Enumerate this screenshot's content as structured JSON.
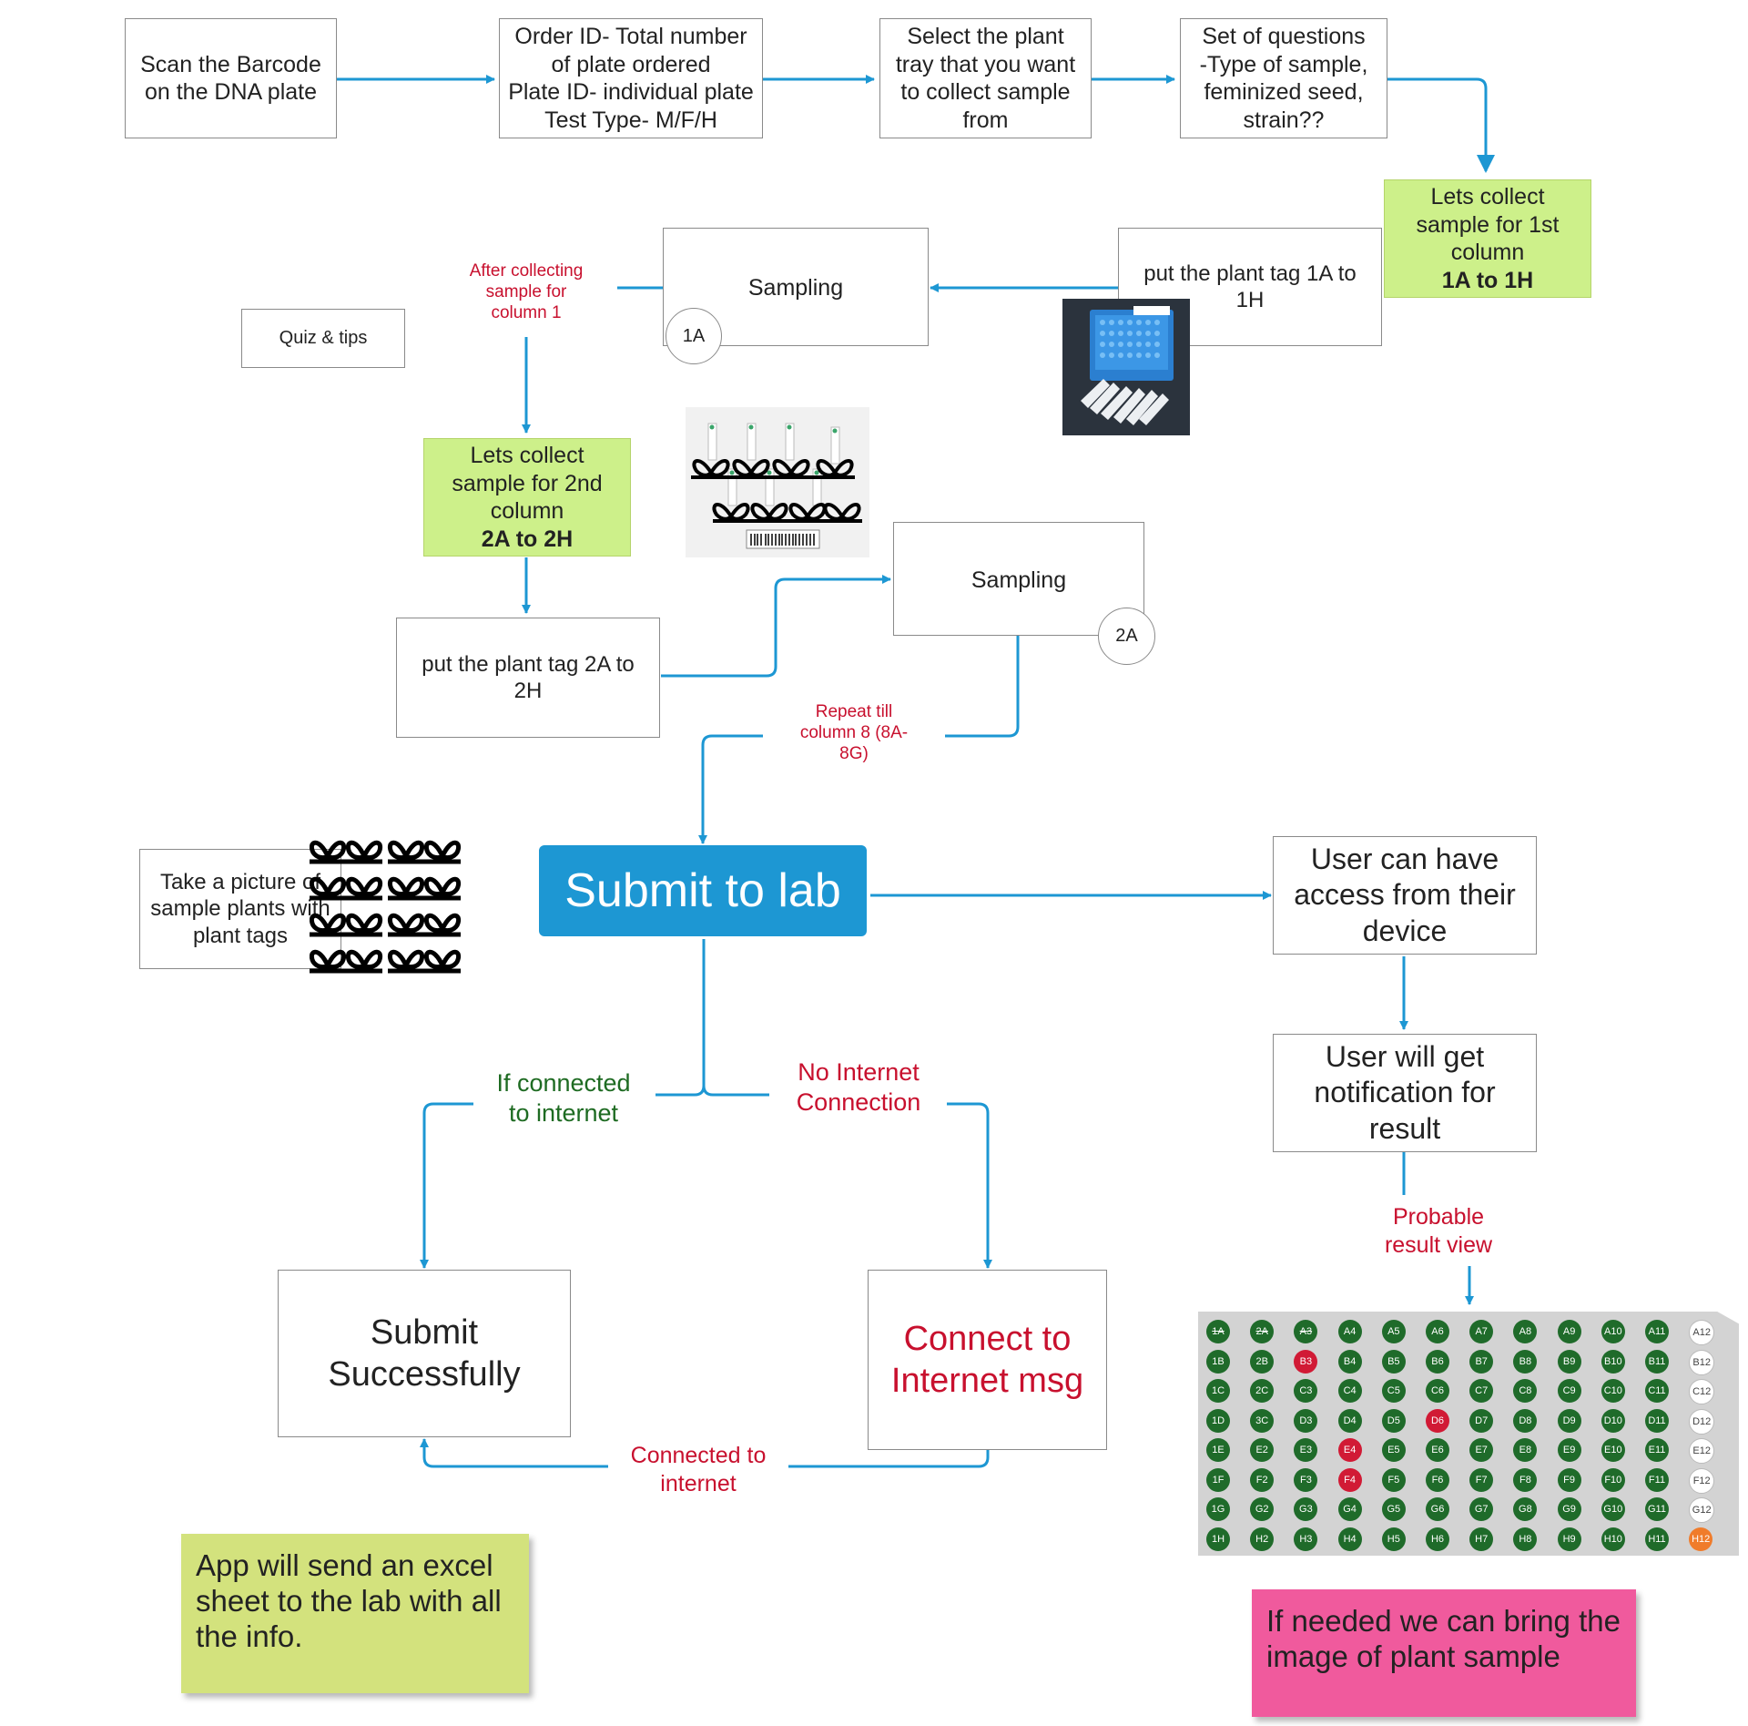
{
  "steps": {
    "scan": "Scan the Barcode\non the DNA plate",
    "order_info": "Order ID- Total number\nof plate ordered\nPlate ID- individual plate\nTest Type- M/F/H",
    "select_tray": "Select the plant\ntray that you want\nto collect sample\nfrom",
    "questions": "Set of questions\n-Type of sample,\nfeminized seed,\nstrain??",
    "collect_first_line": "Lets collect\nsample for 1st\ncolumn",
    "collect_first_bold": "1A to 1H",
    "put_tag_1": "put the plant tag 1A to\n1H",
    "sampling_1": "Sampling",
    "sampling_1_badge": "1A",
    "after_collecting": "After collecting\nsample for\ncolumn 1",
    "quiz_tips": "Quiz & tips",
    "collect_second_line": "Lets collect\nsample for 2nd\ncolumn",
    "collect_second_bold": "2A to 2H",
    "put_tag_2": "put the plant tag 2A to\n2H",
    "sampling_2": "Sampling",
    "sampling_2_badge": "2A",
    "repeat_till": "Repeat till\ncolumn 8 (8A-\n8G)",
    "take_picture": "Take a picture of\nsample plants with\nplant tags",
    "submit_to_lab": "Submit to lab",
    "if_connected": "If connected\nto internet",
    "no_internet": "No Internet\nConnection",
    "submit_success": "Submit\nSuccessfully",
    "connect_msg": "Connect to\nInternet msg",
    "connected_to_internet": "Connected to\ninternet",
    "user_access": "User can have\naccess from their\ndevice",
    "user_notification": "User will get\nnotification for\nresult",
    "probable_result": "Probable\nresult view"
  },
  "notes": {
    "excel_note": "App will send an excel\nsheet to the lab with all\nthe info.",
    "image_note": "If needed we can bring the\nimage  of plant sample"
  },
  "plate": {
    "rows": [
      [
        "1A",
        "2A",
        "A3",
        "A4",
        "A5",
        "A6",
        "A7",
        "A8",
        "A9",
        "A10",
        "A11",
        "A12"
      ],
      [
        "1B",
        "2B",
        "B3",
        "B4",
        "B5",
        "B6",
        "B7",
        "B8",
        "B9",
        "B10",
        "B11",
        "B12"
      ],
      [
        "1C",
        "2C",
        "C3",
        "C4",
        "C5",
        "C6",
        "C7",
        "C8",
        "C9",
        "C10",
        "C11",
        "C12"
      ],
      [
        "1D",
        "3C",
        "D3",
        "D4",
        "D5",
        "D6",
        "D7",
        "D8",
        "D9",
        "D10",
        "D11",
        "D12"
      ],
      [
        "1E",
        "E2",
        "E3",
        "E4",
        "E5",
        "E6",
        "E7",
        "E8",
        "E9",
        "E10",
        "E11",
        "E12"
      ],
      [
        "1F",
        "F2",
        "F3",
        "F4",
        "F5",
        "F6",
        "F7",
        "F8",
        "F9",
        "F10",
        "F11",
        "F12"
      ],
      [
        "1G",
        "G2",
        "G3",
        "G4",
        "G5",
        "G6",
        "G7",
        "G8",
        "G9",
        "G10",
        "G11",
        "G12"
      ],
      [
        "1H",
        "H2",
        "H3",
        "H4",
        "H5",
        "H6",
        "H7",
        "H8",
        "H9",
        "H10",
        "H11",
        "H12"
      ]
    ],
    "red_wells": [
      "B3",
      "D6",
      "E4",
      "F4"
    ],
    "orange_wells": [
      "H12"
    ],
    "white_wells": [
      "A12",
      "B12",
      "C12",
      "D12",
      "E12",
      "F12",
      "G12"
    ],
    "struck_wells": [
      "1A",
      "2A",
      "A3"
    ]
  },
  "colors": {
    "connector": "#1d97d3",
    "submit_button": "#1d97d3",
    "green_box": "#cdf08a",
    "label_red": "#c8102e",
    "label_green": "#1e6b22",
    "well_green": "#1f6b2a",
    "well_red": "#d11a35",
    "well_orange": "#f07c2b",
    "sticky_green": "#d3e27d",
    "sticky_pink": "#f05a9d"
  }
}
